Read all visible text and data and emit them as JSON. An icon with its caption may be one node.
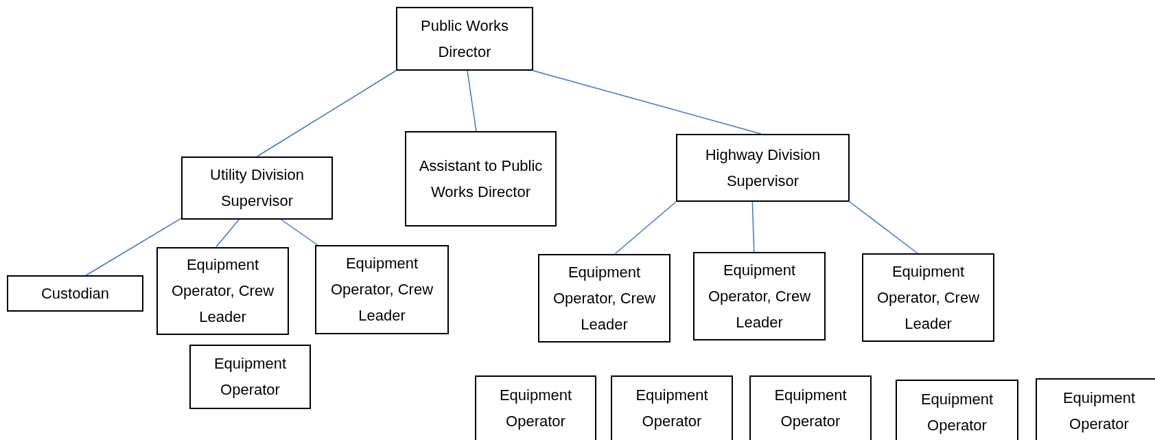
{
  "diagram": {
    "nodes": [
      {
        "text": [
          "Public Works Director"
        ]
      },
      {
        "text": [
          "Utility Division Supervisor"
        ]
      },
      {
        "text": [
          "Assistant to Public Works Director"
        ]
      },
      {
        "text": [
          "Highway Division Supervisor"
        ]
      },
      {
        "text": [
          "Custodian"
        ]
      },
      {
        "text": [
          "Equipment Operator, Crew Leader"
        ]
      },
      {
        "text": [
          "Equipment Operator, Crew Leader"
        ]
      },
      {
        "text": [
          "Equipment Operator"
        ]
      },
      {
        "text": [
          "Equipment Operator, Crew Leader"
        ]
      },
      {
        "text": [
          "Equipment Operator, Crew Leader"
        ]
      },
      {
        "text": [
          "Equipment Operator, Crew Leader"
        ]
      },
      {
        "text": [
          "Equipment Operator"
        ]
      },
      {
        "text": [
          "Equipment Operator"
        ]
      },
      {
        "text": [
          "Equipment Operator"
        ]
      },
      {
        "text": [
          "Equipment Operator"
        ]
      },
      {
        "text": [
          "Equipment Operator"
        ]
      }
    ],
    "edges": [
      {
        "from": 0,
        "to": 1,
        "arrow": "none"
      },
      {
        "from": 0,
        "to": 2,
        "arrow": "none"
      },
      {
        "from": 0,
        "to": 3,
        "arrow": "none"
      },
      {
        "from": 1,
        "to": 4,
        "arrow": "none"
      },
      {
        "from": 1,
        "to": 5,
        "arrow": "none"
      },
      {
        "from": 1,
        "to": 6,
        "arrow": "none"
      },
      {
        "from": 3,
        "to": 8,
        "arrow": "none"
      },
      {
        "from": 3,
        "to": 9,
        "arrow": "none"
      },
      {
        "from": 3,
        "to": 10,
        "arrow": "none"
      }
    ]
  }
}
